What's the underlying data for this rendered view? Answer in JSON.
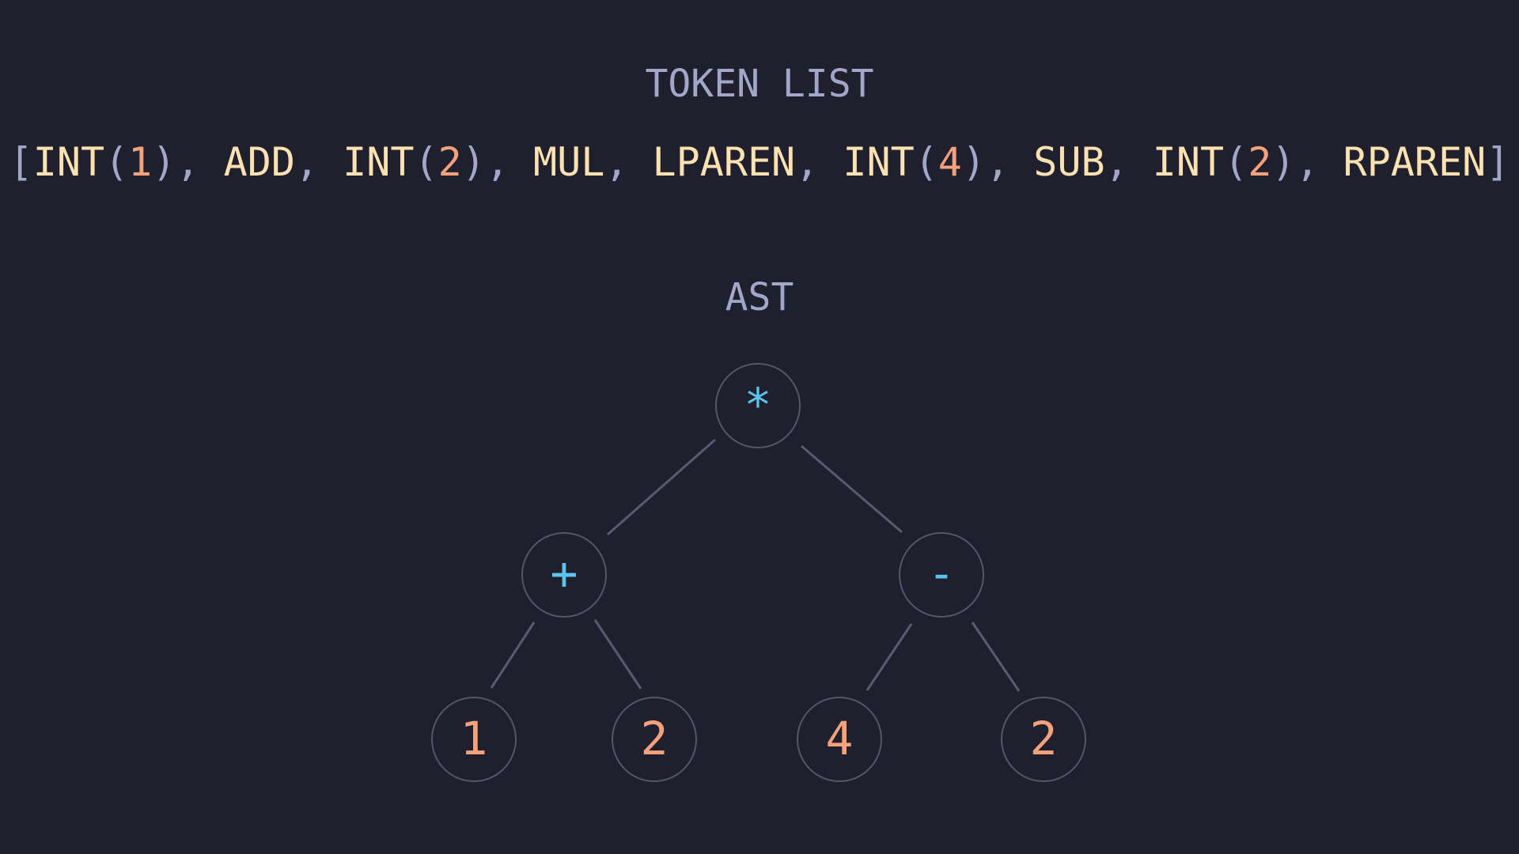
{
  "token_section": {
    "title": "TOKEN LIST",
    "open_bracket": "[",
    "close_bracket": "]",
    "separator": ", ",
    "tokens": [
      {
        "name": "INT",
        "arg": "1"
      },
      {
        "name": "ADD"
      },
      {
        "name": "INT",
        "arg": "2"
      },
      {
        "name": "MUL"
      },
      {
        "name": "LPAREN"
      },
      {
        "name": "INT",
        "arg": "4"
      },
      {
        "name": "SUB"
      },
      {
        "name": "INT",
        "arg": "2"
      },
      {
        "name": "RPAREN"
      }
    ]
  },
  "ast_section": {
    "title": "AST",
    "root": {
      "label": "*",
      "kind": "operator"
    },
    "left": {
      "label": "+",
      "kind": "operator"
    },
    "right": {
      "label": "-",
      "kind": "operator"
    },
    "leaves": [
      {
        "label": "1",
        "kind": "number",
        "parent": "+"
      },
      {
        "label": "2",
        "kind": "number",
        "parent": "+"
      },
      {
        "label": "4",
        "kind": "number",
        "parent": "-"
      },
      {
        "label": "2",
        "kind": "number",
        "parent": "-"
      }
    ]
  },
  "colors": {
    "background": "#1f1f2e",
    "heading": "#a2a7c9",
    "token_name": "#fbe2b0",
    "number": "#f4a27c",
    "operator": "#5bc3ec",
    "edge": "#5a5b70",
    "node_border": "#55566a"
  }
}
